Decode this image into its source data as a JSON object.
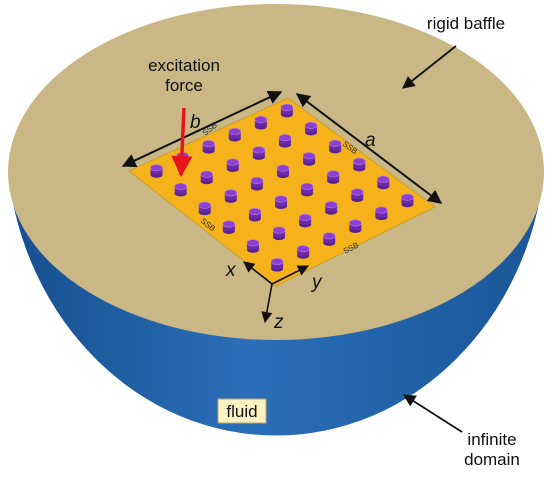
{
  "labels": {
    "rigid_baffle": "rigid baffle",
    "excitation_line1": "excitation",
    "excitation_line2": "force",
    "fluid": "fluid",
    "infinite_line1": "infinite",
    "infinite_line2": "domain",
    "dim_a": "a",
    "dim_b": "b",
    "axis_x": "x",
    "axis_y": "y",
    "axis_z": "z",
    "ssb": "SSB"
  },
  "colors": {
    "baffle": "#c9b786",
    "sphere": "#2666ad",
    "plate": "#f5b21b",
    "resonator": "#8d3fd1",
    "force_arrow": "#e8141b"
  },
  "plate": {
    "resonators_per_side": 6
  }
}
